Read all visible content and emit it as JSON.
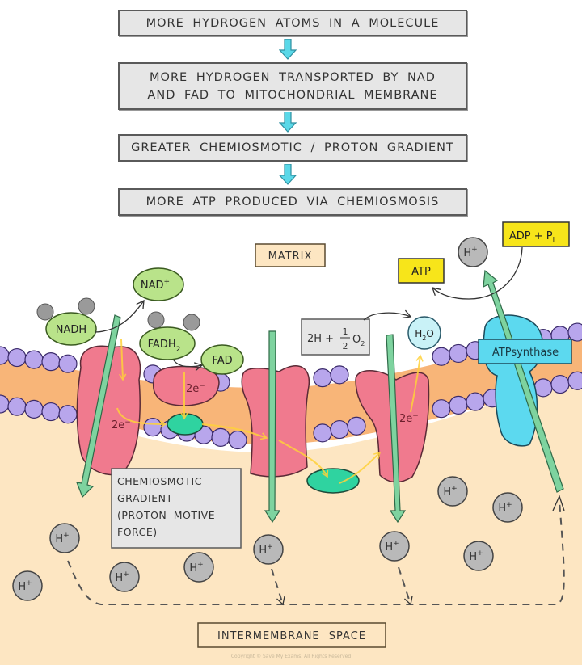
{
  "flowchart": {
    "steps": [
      "MORE HYDROGEN ATOMS IN A MOLECULE",
      "MORE HYDROGEN TRANSPORTED BY NAD\nAND FAD TO MITOCHONDRIAL MEMBRANE",
      "GREATER CHEMIOSMOTIC / PROTON GRADIENT",
      "MORE ATP PRODUCED VIA CHEMIOSMOSIS"
    ]
  },
  "membrane_diagram": {
    "region_labels": {
      "matrix": "MATRIX",
      "intermembrane": "INTERMEMBRANE SPACE"
    },
    "molecules": {
      "nadh": "NADH",
      "nad_plus": "NAD",
      "nad_plus_sup": "+",
      "fadh2": "FADH",
      "fadh2_sub": "2",
      "fad": "FAD",
      "electrons": "2e",
      "electrons_sup": "−",
      "reactant_2h": "2H +",
      "half_num": "1",
      "half_den": "2",
      "o2": "O",
      "o2_sub": "2",
      "water_h": "H",
      "water_sub": "2",
      "water_o": "O",
      "atp": "ATP",
      "adp": "ADP + P",
      "adp_sub": "i",
      "atp_synthase": "ATPsynthase",
      "proton": "H",
      "proton_sup": "+"
    },
    "gradient_label": [
      "CHEMIOSMOTIC",
      "GRADIENT",
      "(PROTON MOTIVE",
      "FORCE)"
    ],
    "copyright": "Copyright © Save My Exams. All Rights Reserved"
  },
  "colors": {
    "flow_box": "#e6e6e6",
    "flow_arrow": "#5ad8e8",
    "matrix_bg": "#ffffff",
    "intermembrane_bg": "#fde6c2",
    "membrane_core": "#f8b578",
    "phospholipid": "#b8a6ec",
    "protein_complex": "#f07a8e",
    "proton_arrow": "#7ed39f",
    "electron_path": "#ffd23a",
    "carrier_green": "#2fd3a0",
    "nad_green": "#b9e38a",
    "proton_grey": "#b9b9b9",
    "atp_yellow": "#f7e51a",
    "atp_synthase": "#5cd9ef",
    "label_box": "#fde6c2",
    "gradient_box": "#e6e6e6"
  }
}
